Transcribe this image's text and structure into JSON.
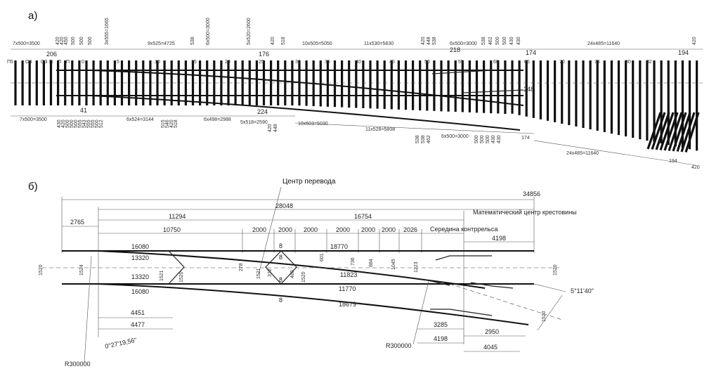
{
  "panel_a": {
    "label": "а)",
    "top_dims": [
      "7x500=3500",
      "420",
      "420",
      "450",
      "500",
      "500",
      "500",
      "3x555=1665",
      "9x525=4725",
      "538",
      "6x500=3000",
      "5x520=2600",
      "420",
      "518",
      "10x505=5050",
      "11x530=5830",
      "420",
      "448",
      "538",
      "6x500=3000",
      "538",
      "462",
      "500",
      "500",
      "430",
      "430",
      "24x485=11640",
      "420"
    ],
    "mid_dims": [
      "206",
      "176",
      "218",
      "174",
      "194"
    ],
    "station_labels": [
      "П5",
      "О4",
      "О3",
      "П",
      "П",
      "П",
      "0",
      "5",
      "10",
      "15",
      "20",
      "25",
      "30",
      "35",
      "40",
      "45",
      "50",
      "55",
      "60",
      "65",
      "70",
      "75",
      "80",
      "82"
    ],
    "right_note": "248",
    "inner_dims": [
      "41",
      "224"
    ],
    "bottom_dims": [
      "7x500=3500",
      "6x524=3144",
      "6x498=2988",
      "5x518=2590",
      "10x503=5030",
      "11x528=5808",
      "6x500=3000",
      "24x485=11640",
      "174",
      "194",
      "420"
    ],
    "bottom_small": [
      "430",
      "420",
      "500",
      "500",
      "500",
      "555",
      "543",
      "555",
      "555",
      "500",
      "512",
      "515",
      "546",
      "420",
      "518",
      "420",
      "448",
      "538",
      "538",
      "462",
      "500",
      "500",
      "500",
      "430",
      "430"
    ]
  },
  "panel_b": {
    "label": "б)",
    "annotation_center": "Центр перевода",
    "annotation_math": "Математический центр крестовины",
    "annotation_counter": "Середина контррельса",
    "overall_dims": [
      "34856",
      "28048",
      "11294",
      "16754",
      "2765",
      "10750",
      "2000",
      "2000",
      "2000",
      "2000",
      "2000",
      "2000",
      "2026",
      "4198"
    ],
    "rail_dims": [
      "16080",
      "13320",
      "13320",
      "16080",
      "18770",
      "11823",
      "11770",
      "18679"
    ],
    "vertical_dims": [
      "1520",
      "1524",
      "1521",
      "1520",
      "278",
      "1521",
      "372",
      "480",
      "1520",
      "601",
      "736",
      "884",
      "1045",
      "1223",
      "1520"
    ],
    "bottom_dims": [
      "4451",
      "4477",
      "3285",
      "2950",
      "4198",
      "4045"
    ],
    "small_marks": [
      "8",
      "8",
      "8",
      "8"
    ],
    "angle_left": "0°27'19,56\"",
    "angle_right": "5°11'40\"",
    "radius_left": "R300000",
    "radius_right": "R300000"
  }
}
